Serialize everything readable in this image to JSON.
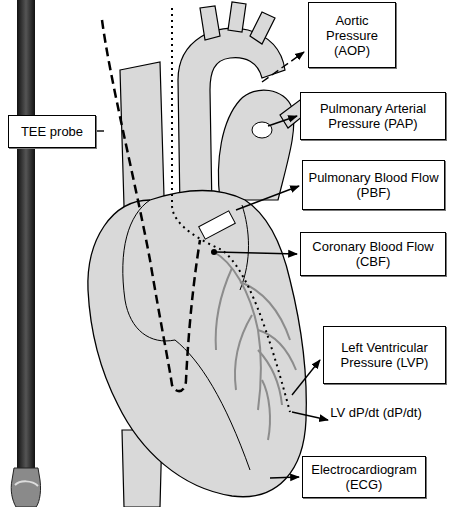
{
  "diagram": {
    "nodes": [
      {
        "text": [
          "TEE probe"
        ]
      },
      {
        "text": [
          "Aortic Pressure (AOP)"
        ]
      },
      {
        "text": [
          "Pulmonary Arterial Pressure (PAP)"
        ]
      },
      {
        "text": [
          "Pulmonary Blood Flow (PBF)"
        ]
      },
      {
        "text": [
          "Coronary Blood Flow (CBF)"
        ]
      },
      {
        "text": [
          "Left Ventricular Pressure (LVP)"
        ]
      },
      {
        "text": [
          "Electrocardiogram (ECG)"
        ]
      }
    ],
    "labels": [
      "LV dP/dt (dP/dt)"
    ]
  }
}
